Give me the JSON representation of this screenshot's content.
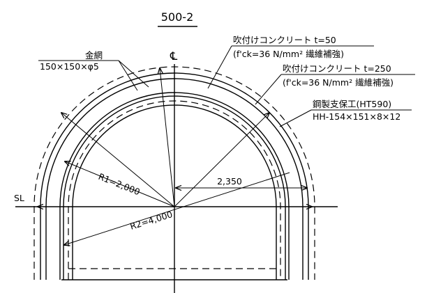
{
  "drawing": {
    "title": "500-2",
    "centerline_symbol": "℄",
    "sl_label": "SL",
    "labels": {
      "wire_mesh_title": "金網",
      "wire_mesh_spec": "150×150×φ5",
      "shotcrete1_title": "吹付けコンクリート t=50",
      "shotcrete1_spec": "(f'ck=36 N/mm² 繊維補強)",
      "shotcrete2_title": "吹付けコンクリート t=250",
      "shotcrete2_spec": "(f'ck=36 N/mm² 繊維補強)",
      "steel_support_title": "鋼製支保工(HT590)",
      "steel_support_spec": "HH-154×151×8×12",
      "r1": "R1=2,000",
      "r2": "R2=4,000",
      "half_width": "2,350"
    }
  }
}
